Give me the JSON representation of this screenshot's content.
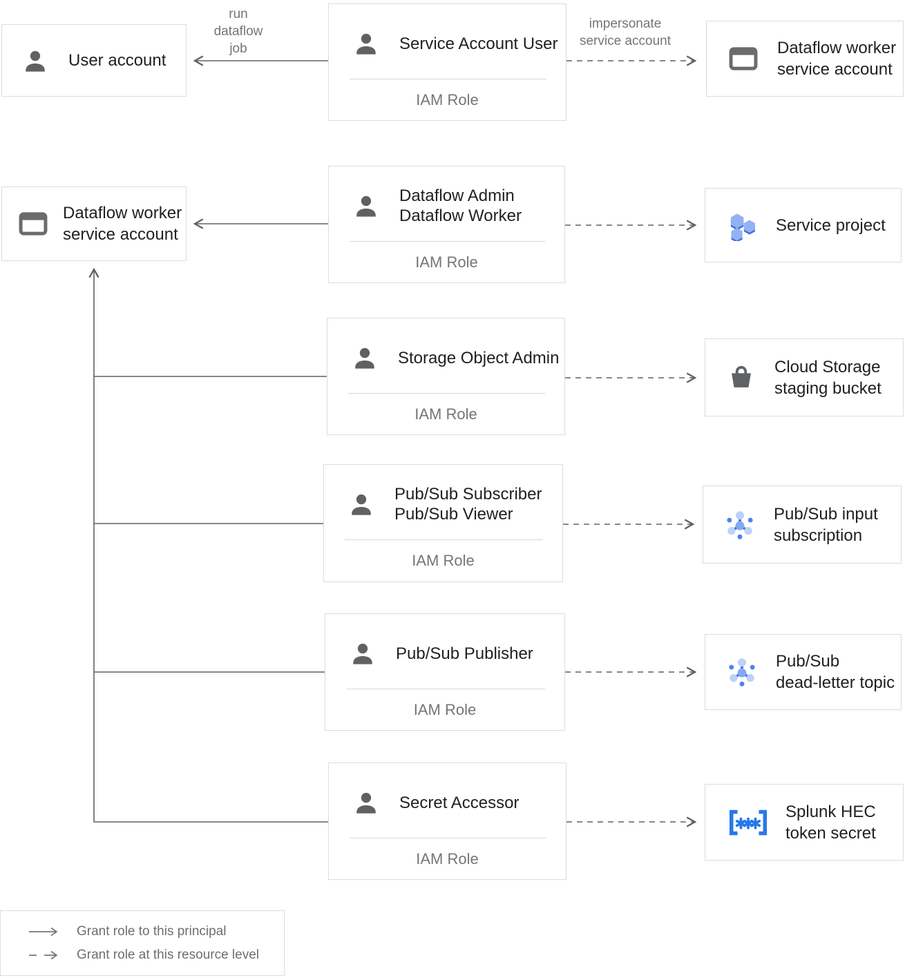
{
  "nodes": {
    "user_account": {
      "lines": [
        "User account"
      ]
    },
    "service_account_user": {
      "roles": [
        "Service Account User"
      ],
      "footer": "IAM Role"
    },
    "dataflow_worker_sa_top": {
      "lines": [
        "Dataflow worker",
        "service account"
      ]
    },
    "dataflow_worker_sa_left": {
      "lines": [
        "Dataflow worker",
        "service account"
      ]
    },
    "dataflow_admin_worker": {
      "roles": [
        "Dataflow Admin",
        "Dataflow Worker"
      ],
      "footer": "IAM Role"
    },
    "service_project": {
      "lines": [
        "Service project"
      ]
    },
    "storage_object_admin": {
      "roles": [
        "Storage Object Admin"
      ],
      "footer": "IAM Role"
    },
    "cloud_storage_staging_bucket": {
      "lines": [
        "Cloud Storage",
        "staging bucket"
      ]
    },
    "pubsub_subscriber_viewer": {
      "roles": [
        "Pub/Sub Subscriber",
        "Pub/Sub Viewer"
      ],
      "footer": "IAM Role"
    },
    "pubsub_input_subscription": {
      "lines": [
        "Pub/Sub input",
        "subscription"
      ]
    },
    "pubsub_publisher": {
      "roles": [
        "Pub/Sub Publisher"
      ],
      "footer": "IAM Role"
    },
    "pubsub_dead_letter_topic": {
      "lines": [
        "Pub/Sub",
        "dead-letter topic"
      ]
    },
    "secret_accessor": {
      "roles": [
        "Secret Accessor"
      ],
      "footer": "IAM Role"
    },
    "splunk_hec_token_secret": {
      "lines": [
        "Splunk HEC",
        "token secret"
      ]
    }
  },
  "edge_labels": {
    "run_dataflow_job": {
      "lines": [
        "run",
        "dataflow",
        "job"
      ]
    },
    "impersonate_service_account": {
      "lines": [
        "impersonate",
        "service account"
      ]
    }
  },
  "legend": {
    "solid": "Grant role to this principal",
    "dashed": "Grant role at this resource level"
  },
  "colors": {
    "box_border": "#dcdcdc",
    "text_primary": "#202124",
    "text_secondary": "#757575",
    "connector_gray": "#616161",
    "icon_gray": "#616161",
    "secret_blue": "#2878e8",
    "pubsub_blue_dark": "#2f6fe8",
    "pubsub_blue_mid": "#84a9f0",
    "pubsub_blue_light": "#bcd2fb",
    "hexagon_light": "#93b1f5",
    "hexagon_dark": "#3e6fde"
  }
}
